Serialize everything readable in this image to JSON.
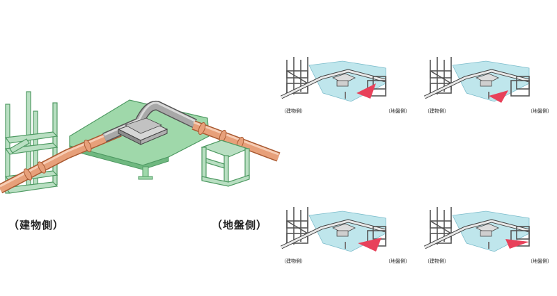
{
  "main_figure": {
    "label_left": "（建物側）",
    "label_right": "（地盤側）"
  },
  "panels": [
    {
      "label_left": "（建物側）",
      "label_right": "（地盤側）"
    },
    {
      "label_left": "（建物側）",
      "label_right": "（地盤側）"
    },
    {
      "label_left": "（建物側）",
      "label_right": "（地盤側）"
    },
    {
      "label_left": "（建物側）",
      "label_right": "（地盤側）"
    }
  ],
  "colors": {
    "frame_green": "#b9dfc2",
    "frame_stroke": "#4f9a63",
    "platform_green": "#9fd8aa",
    "pipe_orange": "#e7a07a",
    "pipe_stroke": "#a95a32",
    "pipe_gray": "#9e9e9e",
    "panel_blue": "#bfe6ec",
    "arrow_red": "#e8415a"
  }
}
